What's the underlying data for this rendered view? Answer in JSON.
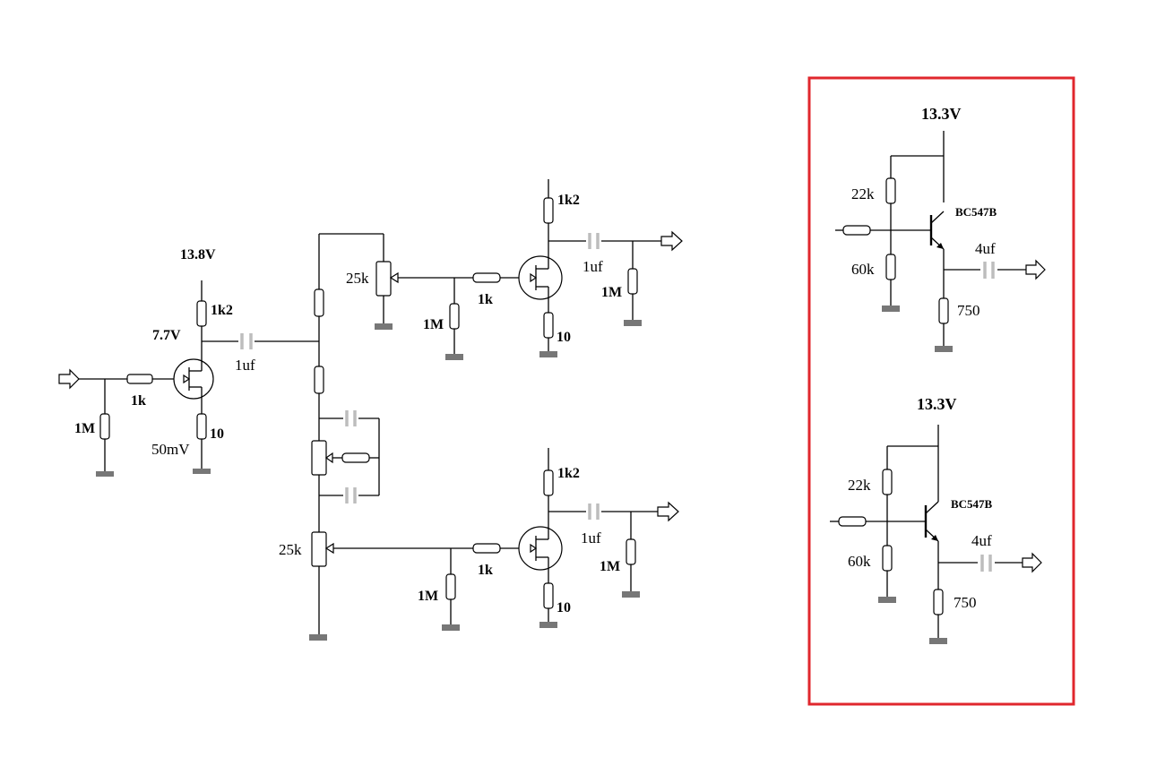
{
  "main_circuit": {
    "input_stage": {
      "supply_voltage": "13.8V",
      "drain_voltage": "7.7V",
      "drain_resistor": "1k2",
      "gate_resistor": "1k",
      "input_resistor": "1M",
      "source_resistor": "10",
      "source_voltage": "50mV",
      "coupling_cap": "1uf"
    },
    "pot_upper": "25k",
    "pot_lower": "25k",
    "upper_stage": {
      "drain_resistor": "1k2",
      "gate_resistor": "1k",
      "gate_bias_resistor": "1M",
      "source_resistor": "10",
      "coupling_cap": "1uf",
      "output_resistor": "1M"
    },
    "lower_stage": {
      "drain_resistor": "1k2",
      "gate_resistor": "1k",
      "gate_bias_resistor": "1M",
      "source_resistor": "10",
      "coupling_cap": "1uf",
      "output_resistor": "1M"
    }
  },
  "alternative_panel": {
    "border_color": "#e0272d",
    "stages": [
      {
        "supply_voltage": "13.3V",
        "bias_upper": "22k",
        "bias_lower": "60k",
        "transistor": "BC547B",
        "output_cap": "4uf",
        "emitter_resistor": "750"
      },
      {
        "supply_voltage": "13.3V",
        "bias_upper": "22k",
        "bias_lower": "60k",
        "transistor": "BC547B",
        "output_cap": "4uf",
        "emitter_resistor": "750"
      }
    ]
  }
}
